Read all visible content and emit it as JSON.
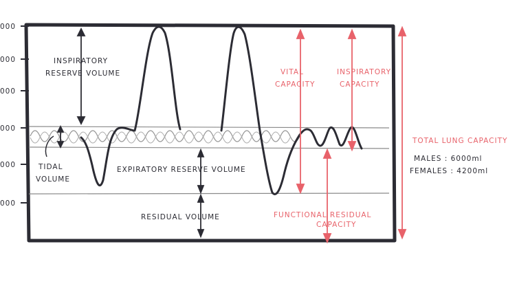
{
  "y_tick_labels": [
    "000",
    "000",
    "000",
    "000",
    "000",
    "000"
  ],
  "labels": {
    "inspiratory_reserve_volume": [
      "INSPIRATORY",
      "RESERVE VOLUME"
    ],
    "tidal_volume": [
      "TIDAL",
      "VOLUME"
    ],
    "expiratory_reserve_volume": "EXPIRATORY RESERVE VOLUME",
    "residual_volume": "RESIDUAL VOLUME",
    "vital_capacity": [
      "VITAL",
      "CAPACITY"
    ],
    "inspiratory_capacity": [
      "INSPIRATORY",
      "CAPACITY"
    ],
    "functional_residual_capacity": [
      "FUNCTIONAL RESIDUAL",
      "CAPACITY"
    ],
    "total_lung_capacity": "TOTAL LUNG CAPACITY",
    "males": "MALES : 6000ml",
    "females": "FEMALES : 4200ml"
  },
  "colors": {
    "ink": "#2c2c34",
    "accent": "#e8626a",
    "guide_lines": "#8a8a8a",
    "light_wave": "#9a9a9a"
  }
}
